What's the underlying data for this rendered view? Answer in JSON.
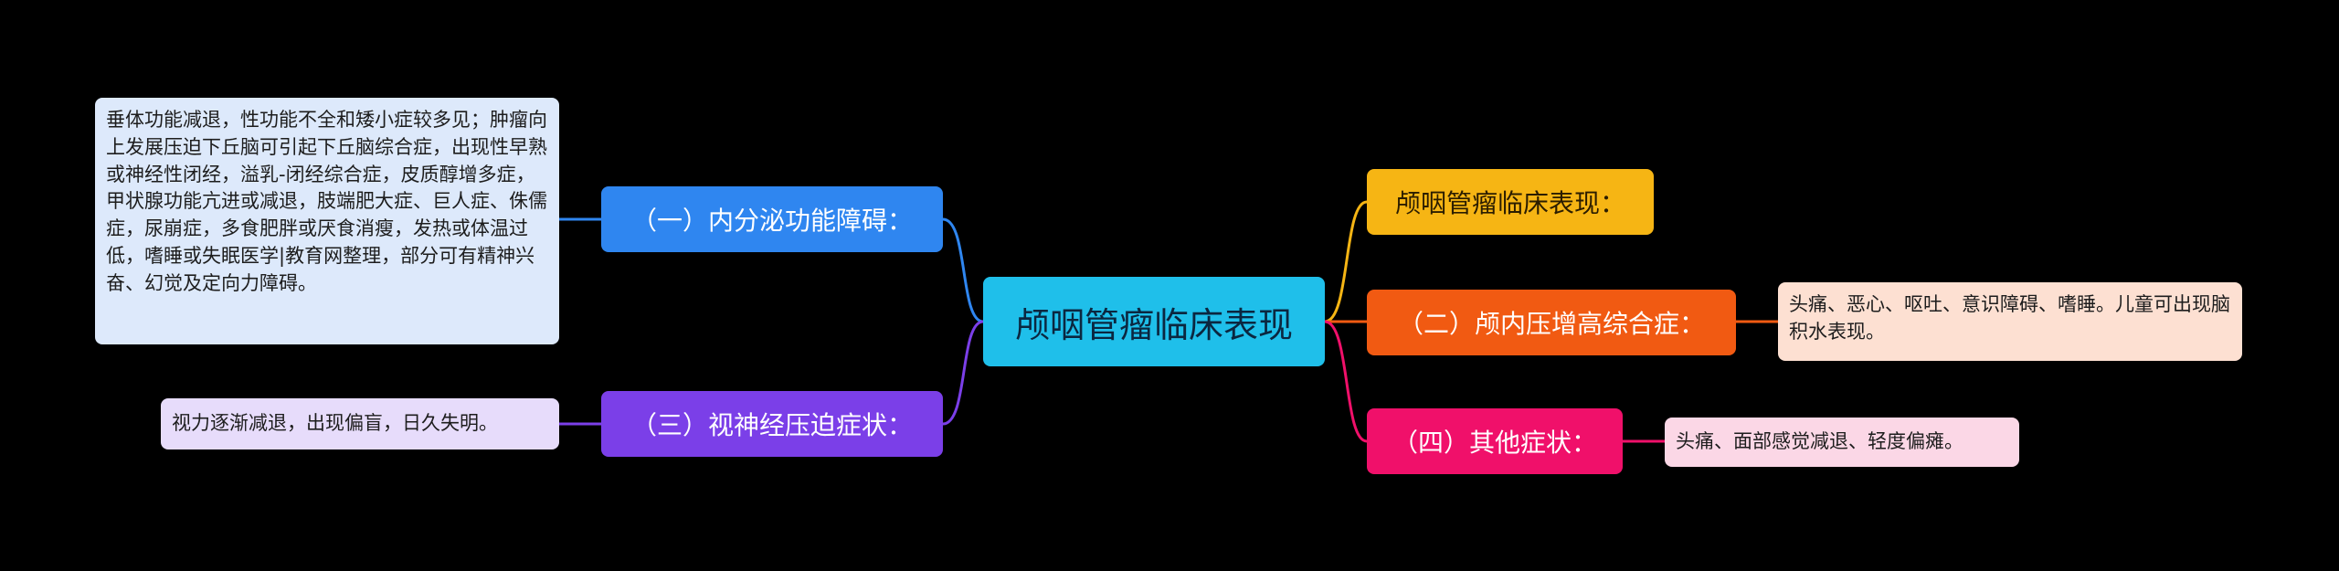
{
  "center": {
    "label": "颅咽管瘤临床表现",
    "color": "#1fbfea"
  },
  "branches": [
    {
      "label": "（一）内分泌功能障碍：",
      "color": "#2f86f0",
      "detail": "垂体功能减退，性功能不全和矮小症较多见；肿瘤向上发展压迫下丘脑可引起下丘脑综合症，出现性早熟或神经性闭经，溢乳-闭经综合症，皮质醇增多症，甲状腺功能亢进或减退，肢端肥大症、巨人症、侏儒症，尿崩症，多食肥胖或厌食消瘦，发热或体温过低，嗜睡或失眠医学|教育网整理，部分可有精神兴奋、幻觉及定向力障碍。"
    },
    {
      "label": "（三）视神经压迫症状：",
      "color": "#7b3fe8",
      "detail": "视力逐渐减退，出现偏盲，日久失明。"
    },
    {
      "label": "颅咽管瘤临床表现：",
      "color": "#f6b514"
    },
    {
      "label": "（二）颅内压增高综合症：",
      "color": "#f15a12",
      "detail": "头痛、恶心、呕吐、意识障碍、嗜睡。儿童可出现脑积水表现。"
    },
    {
      "label": "（四）其他症状：",
      "color": "#f0106a",
      "detail": "头痛、面部感觉减退、轻度偏瘫。"
    }
  ]
}
